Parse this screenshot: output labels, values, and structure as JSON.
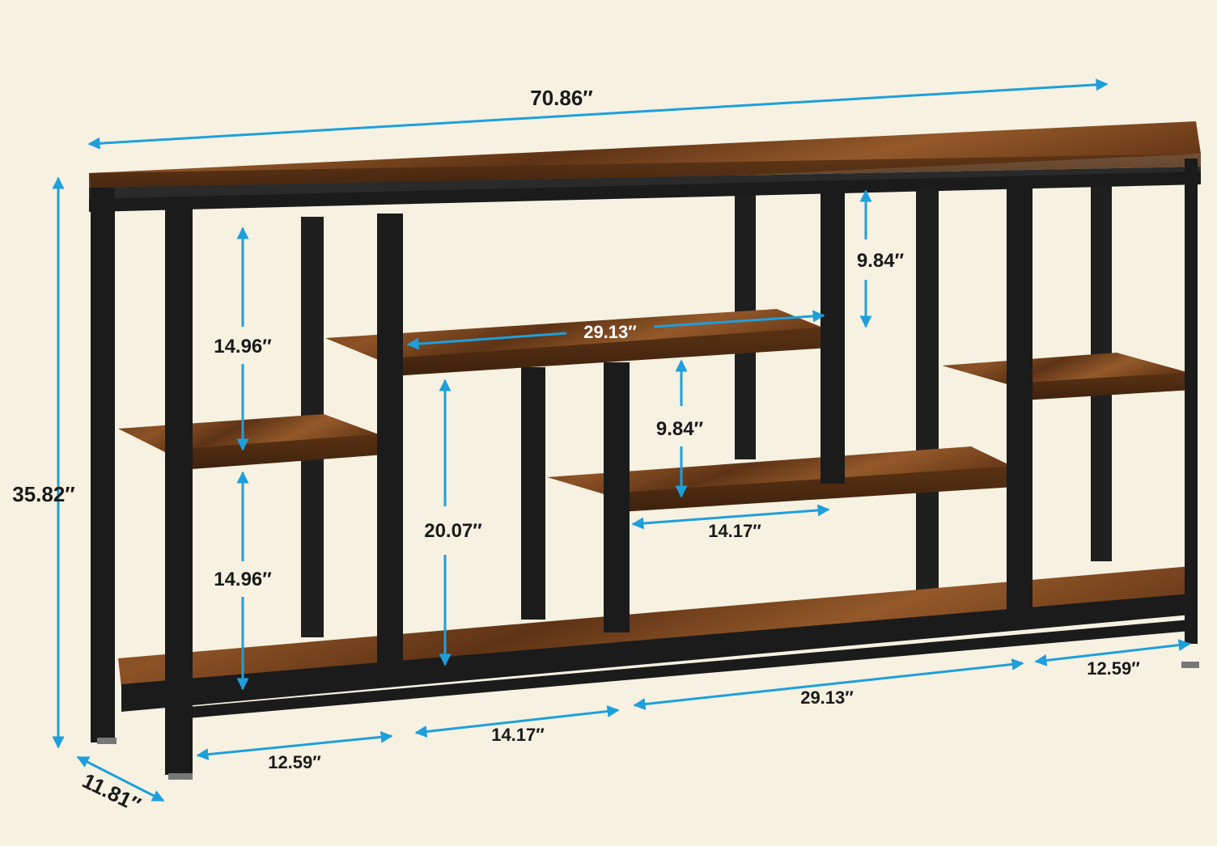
{
  "colors": {
    "background": "#f6f1e1",
    "arrow": "#1e9fdc",
    "frame": "#1b1b1b",
    "wood_dark": "#4a2a12",
    "wood_mid": "#7a4720",
    "wood_light": "#9a5d2c"
  },
  "dimensions": {
    "overall_width": "70.86″",
    "overall_height": "35.82″",
    "depth": "11.81″",
    "left_upper_gap": "14.96″",
    "left_lower_gap": "14.96″",
    "center_top_shelf_width": "29.13″",
    "center_upper_gap": "9.84″",
    "right_top_gap": "9.84″",
    "center_lower_height": "20.07″",
    "center_lower_shelf_width": "14.17″",
    "bottom_left_section": "12.59″",
    "bottom_center_left_section": "14.17″",
    "bottom_center_right_section": "29.13″",
    "bottom_right_section": "12.59″"
  }
}
